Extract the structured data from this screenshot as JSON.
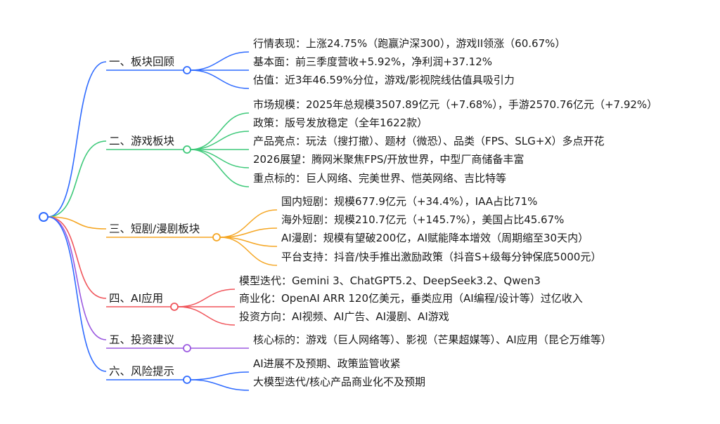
{
  "sections": [
    {
      "id": "s1",
      "label": "一、板块回顾",
      "color": "#2f6bff",
      "items": [
        "行情表现：上涨24.75%（跑赢沪深300），游戏II领涨（60.67%）",
        "基本面：前三季度营收+5.92%，净利润+37.12%",
        "估值：近3年46.59%分位，游戏/影视院线估值具吸引力"
      ]
    },
    {
      "id": "s2",
      "label": "二、游戏板块",
      "color": "#3ec97a",
      "items": [
        "市场规模：2025年总规模3507.89亿元（+7.68%），手游2570.76亿元（+7.92%）",
        "政策：版号发放稳定（全年1622款）",
        "产品亮点：玩法（搜打撤）、题材（微恐）、品类（FPS、SLG+X）多点开花",
        "2026展望：腾网米聚焦FPS/开放世界，中型厂商储备丰富",
        "重点标的：巨人网络、完美世界、恺英网络、吉比特等"
      ]
    },
    {
      "id": "s3",
      "label": "三、短剧/漫剧板块",
      "color": "#f5a623",
      "items": [
        "国内短剧：规模677.9亿元（+34.4%），IAA占比71%",
        "海外短剧：规模210.7亿元（+145.7%），美国占比45.67%",
        "AI漫剧：规模有望破200亿，AI赋能降本增效（周期缩至30天内）",
        "平台支持：抖音/快手推出激励政策（抖音S+级每分钟保底5000元）"
      ]
    },
    {
      "id": "s4",
      "label": "四、AI应用",
      "color": "#f0555b",
      "items": [
        "模型迭代：Gemini 3、ChatGPT5.2、DeepSeek3.2、Qwen3",
        "商业化：OpenAI ARR 120亿美元，垂类应用（AI编程/设计等）过亿收入",
        "投资方向：AI视频、AI广告、AI漫剧、AI游戏"
      ]
    },
    {
      "id": "s5",
      "label": "五、投资建议",
      "color": "#9b59e0",
      "items": [
        "核心标的：游戏（巨人网络等）、影视（芒果超媒等）、AI应用（昆仑万维等）"
      ]
    },
    {
      "id": "s6",
      "label": "六、风险提示",
      "color": "#2f6bff",
      "items": [
        "AI进展不及预期、政策监管收紧",
        "大模型迭代/核心产品商业化不及预期"
      ]
    }
  ]
}
